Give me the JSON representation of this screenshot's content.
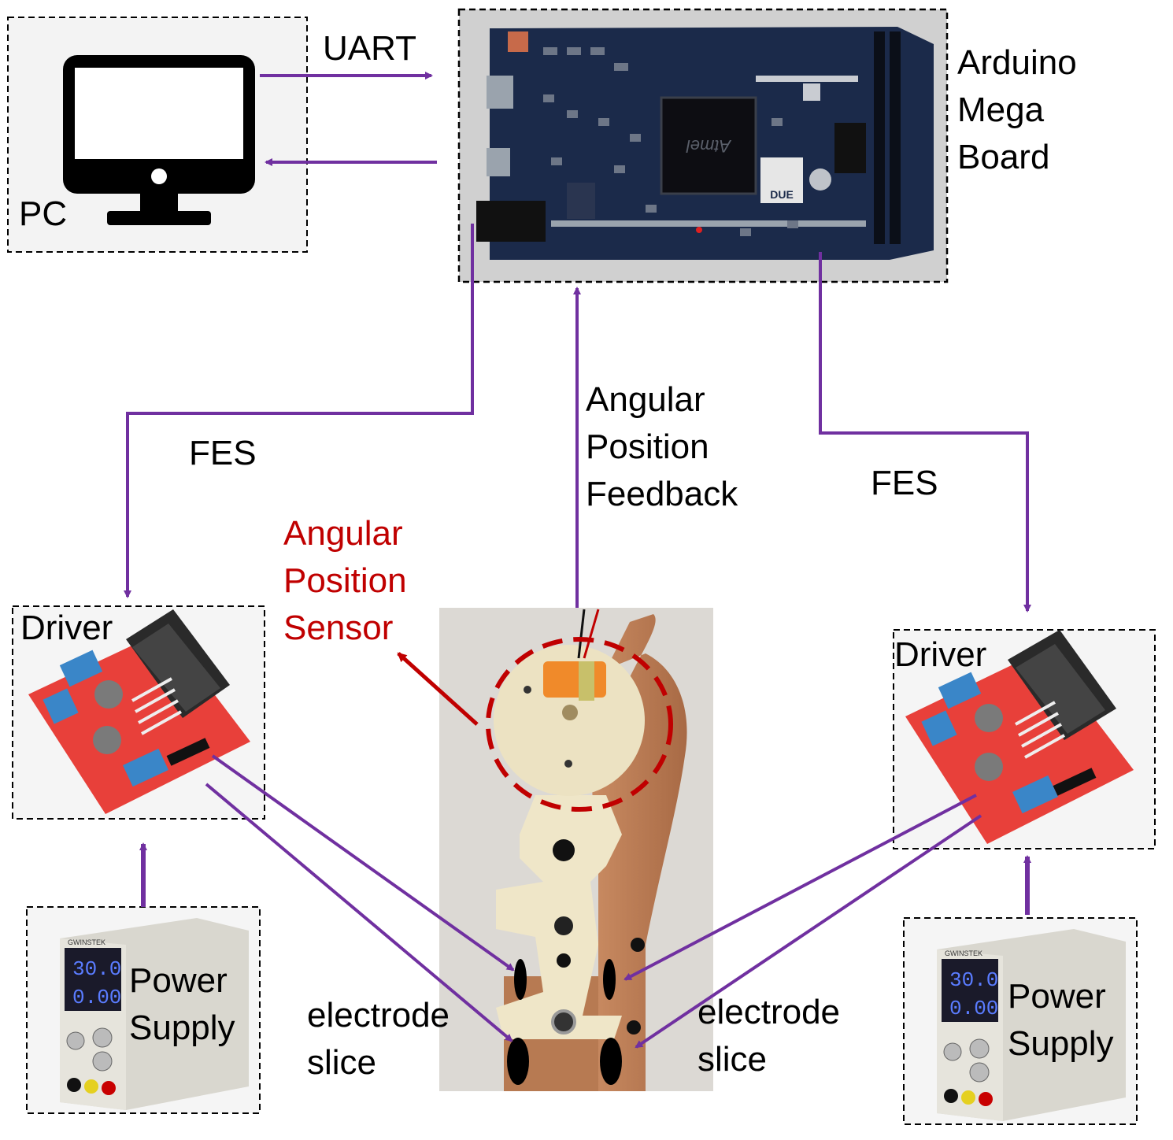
{
  "pc": {
    "label": "PC",
    "icon": "monitor-icon"
  },
  "board": {
    "lines": [
      "Arduino",
      "Mega",
      "Board"
    ],
    "chip_text": "Atmel",
    "logo_text": "DUE"
  },
  "links": {
    "uart": "UART",
    "fes_left": "FES",
    "fes_right": "FES",
    "feedback": [
      "Angular",
      "Position",
      "Feedback"
    ]
  },
  "sensor": {
    "lines": [
      "Angular",
      "Position",
      "Sensor"
    ]
  },
  "driver_left": {
    "label": "Driver"
  },
  "driver_right": {
    "label": "Driver"
  },
  "power_left": {
    "lines": [
      "Power",
      "Supply"
    ],
    "display": [
      "30.0",
      "0.00"
    ],
    "brand": "GWINSTEK"
  },
  "power_right": {
    "lines": [
      "Power",
      "Supply"
    ],
    "display": [
      "30.0",
      "0.00"
    ],
    "brand": "GWINSTEK"
  },
  "electrode_left": {
    "lines": [
      "electrode",
      "slice"
    ]
  },
  "electrode_right": {
    "lines": [
      "electrode",
      "slice"
    ]
  },
  "colors": {
    "arrow": "#7030a0",
    "sensor_text": "#c00000",
    "board_pcb": "#1b2a4a",
    "driver_pcb": "#e8403a"
  }
}
